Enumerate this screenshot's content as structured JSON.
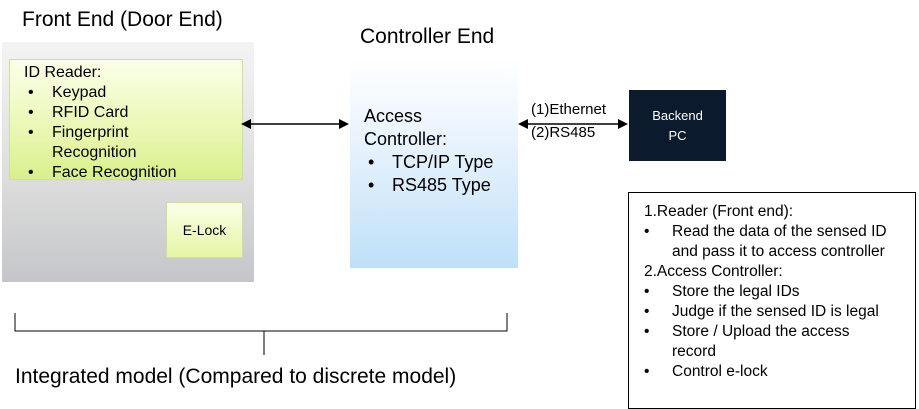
{
  "front_end": {
    "title": "Front End (Door End)",
    "reader_title": "ID Reader:",
    "reader_items": [
      "Keypad",
      "RFID Card",
      "Fingerprint Recognition",
      "Face Recognition"
    ],
    "elock_label": "E-Lock"
  },
  "controller": {
    "title": "Controller End",
    "heading": "Access Controller:",
    "items": [
      "TCP/IP Type",
      "RS485 Type"
    ]
  },
  "backend": {
    "line1": "Backend",
    "line2": "PC"
  },
  "connection_labels": {
    "ethernet": "(1)Ethernet",
    "rs485": "(2)RS485"
  },
  "notes": {
    "section1_title": "1.Reader (Front end):",
    "section1_items": [
      "Read the data of the sensed ID and pass it to access controller"
    ],
    "section2_title": "2.Access Controller:",
    "section2_items": [
      "Store the legal IDs",
      "Judge if the sensed ID is legal",
      "Store / Upload the access record",
      "Control e-lock"
    ]
  },
  "caption": "Integrated model (Compared to discrete model)",
  "colors": {
    "backend_fill": "#0b1a2c",
    "reader_fill": "#e9f7b2",
    "controller_fill": "#bfe0f8",
    "front_panel_fill": "#dedede"
  }
}
